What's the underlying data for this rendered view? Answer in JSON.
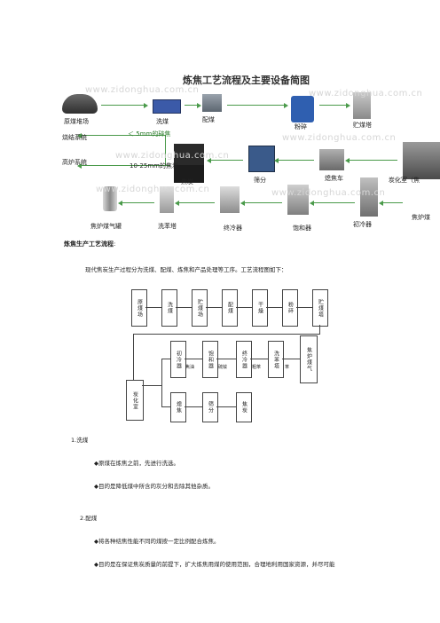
{
  "diagram": {
    "title": "炼焦工艺流程及主要设备简图",
    "watermark": "www.zidonghua.com.cn",
    "labels": {
      "coal_yard": "原煤堆场",
      "washing": "洗煤",
      "blending": "配煤",
      "crushing": "粉碎",
      "storage_tower": "贮煤塔",
      "sinter_system": "烧结系统",
      "fine_coke": "＜ 5mm的碎焦",
      "blast_furnace": "高炉系统",
      "coke_size": "10-25mm的焦炭",
      "coke": "焦炭",
      "screening": "筛分",
      "quench_car": "熄焦车",
      "carbonization": "炭化室（焦",
      "gas_tank": "焦炉煤气罐",
      "benzene_tower": "洗苯塔",
      "final_cooler": "终冷器",
      "saturator": "饱和器",
      "primary_cooler": "初冷器",
      "coke_gas": "焦炉煤"
    }
  },
  "text": {
    "heading": "炼焦生产工艺流程",
    "heading_colon": ":",
    "intro": "现代焦炭生产过程分为洗煤、配煤、炼焦和产品处理等工序。工艺流程图如下："
  },
  "flowchart": {
    "top_row": [
      "原煤场",
      "洗煤",
      "贮煤场",
      "配煤",
      "干燥",
      "粉碎",
      "贮煤塔"
    ],
    "middle_row": [
      "初冷器",
      "饱和器",
      "终冷器",
      "洗苯塔",
      "焦炉煤气"
    ],
    "carbonization": "炭化室",
    "bottom_row": [
      "熄焦",
      "筛分",
      "焦炭"
    ],
    "link_labels": [
      "焦油",
      "硫铵",
      "粗苯",
      "苯"
    ]
  },
  "sections": [
    {
      "title": "1.洗煤",
      "bullets": [
        "◆原煤在炼焦之前，先进行洗选。",
        "◆目的是降低煤中所含的灰分和去除其他杂质。"
      ]
    },
    {
      "title": "2.配煤",
      "bullets": [
        "◆将各种结焦性能不同的煤按一定比例配合炼焦。",
        "◆目的是在保证焦炭质量的前提下，扩大炼焦用煤的使用范围，合理地利用国家资源，并尽可能"
      ]
    }
  ],
  "colors": {
    "green": "#2a7a2a",
    "arrow": "#4a9a4a"
  }
}
